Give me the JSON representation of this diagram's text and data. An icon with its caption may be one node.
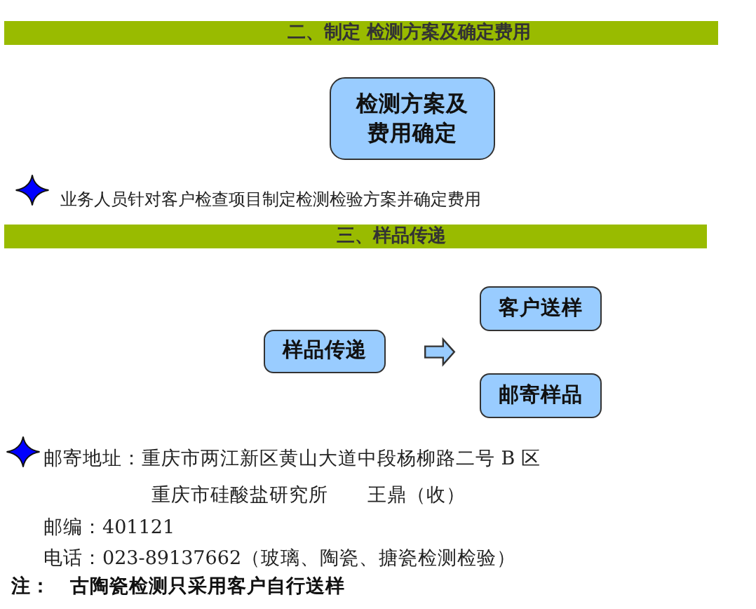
{
  "diagram": {
    "nodes": [
      {
        "text": [
          "二、制定 检测方案及确定费用"
        ]
      },
      {
        "text": [
          "检测方案及费用确定"
        ]
      },
      {
        "text": [
          "三、样品传递"
        ]
      },
      {
        "text": [
          "样品传递"
        ]
      },
      {
        "text": [
          "客户送样"
        ]
      },
      {
        "text": [
          "邮寄样品"
        ]
      }
    ],
    "edges": [
      {
        "from": 3,
        "to": 4,
        "arrow": "to"
      },
      {
        "from": 3,
        "to": 5,
        "arrow": "to"
      }
    ],
    "labels": [
      "业务人员针对客户检查项目制定检测检验方案并确定费用",
      "邮寄地址：重庆市两江新区黄山大道中段杨柳路二号 B 区",
      "重庆市硅酸盐研究所　　王鼎（收）",
      "邮编：401121",
      "电话：023-89137662（玻璃、陶瓷、搪瓷检测检验）",
      "注：　古陶瓷检测只采用客户自行送样"
    ]
  }
}
